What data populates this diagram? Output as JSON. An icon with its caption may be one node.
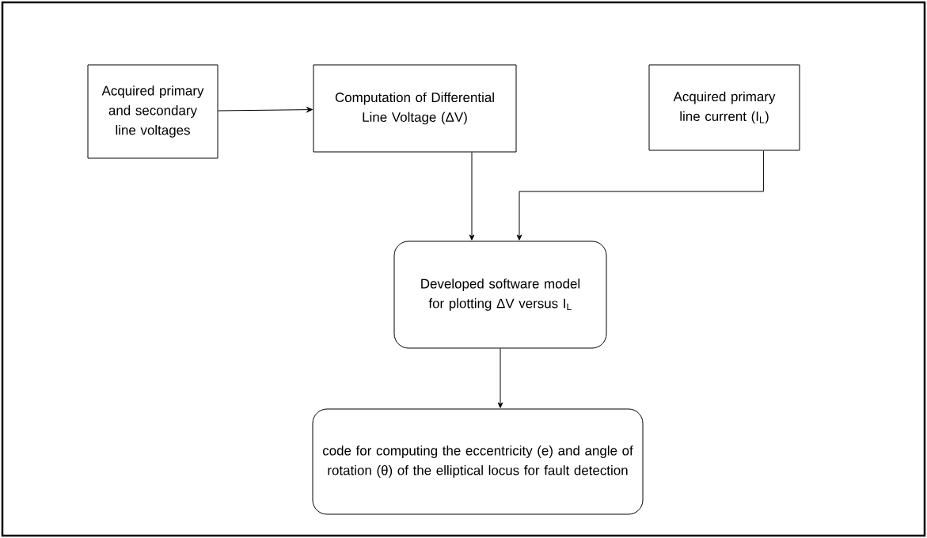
{
  "diagram": {
    "nodes": [
      {
        "text": [
          "Acquired primary and secondary line voltages"
        ]
      },
      {
        "text": [
          "Computation of Differential Line Voltage (ΔV)"
        ]
      },
      {
        "text": [
          "Acquired primary line current (I$_{L}$)"
        ]
      },
      {
        "text": [
          "Developed software model for plotting ΔV versus I$_{L}$"
        ]
      },
      {
        "text": [
          "code for computing the eccentricity (e) and angle of rotation (θ) of the elliptical locus for fault detection"
        ]
      }
    ],
    "edges": [
      {
        "from": 0,
        "to": 1,
        "arrow": "to"
      },
      {
        "from": 1,
        "to": 3,
        "arrow": "to"
      },
      {
        "from": 2,
        "to": 3,
        "arrow": "to"
      },
      {
        "from": 3,
        "to": 4,
        "arrow": "to"
      }
    ]
  }
}
